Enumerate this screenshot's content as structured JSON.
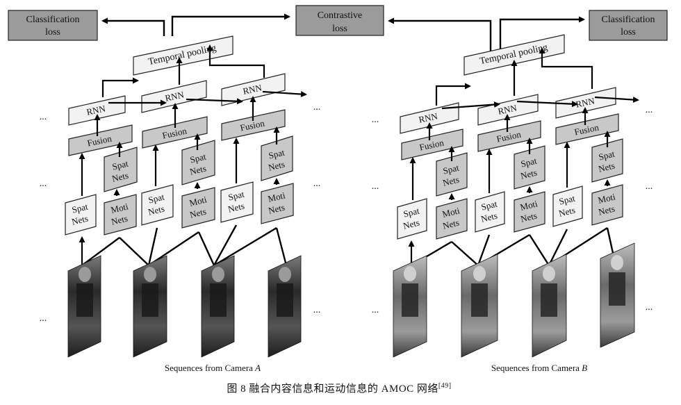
{
  "loss": {
    "classification_left": [
      "Classification",
      "loss"
    ],
    "contrastive": [
      "Contrastive",
      "loss"
    ],
    "classification_right": [
      "Classification",
      "loss"
    ]
  },
  "modules": {
    "temporal_pooling": "Temporal pooling",
    "rnn": "RNN",
    "fusion": "Fusion",
    "spat_nets": [
      "Spat",
      "Nets"
    ],
    "moti_nets": [
      "Moti",
      "Nets"
    ]
  },
  "ellipsis": "...",
  "captions": {
    "camera_a_prefix": "Sequences from Camera ",
    "camera_a_letter": "A",
    "camera_b_prefix": "Sequences from Camera ",
    "camera_b_letter": "B",
    "figure_title": "图 8   融合内容信息和运动信息的 AMOC 网络",
    "figure_ref": "[49]"
  },
  "colors": {
    "dark_box": "#9b9b9b",
    "light_box": "#f2f2f2",
    "mid_box": "#c8c8c8"
  }
}
